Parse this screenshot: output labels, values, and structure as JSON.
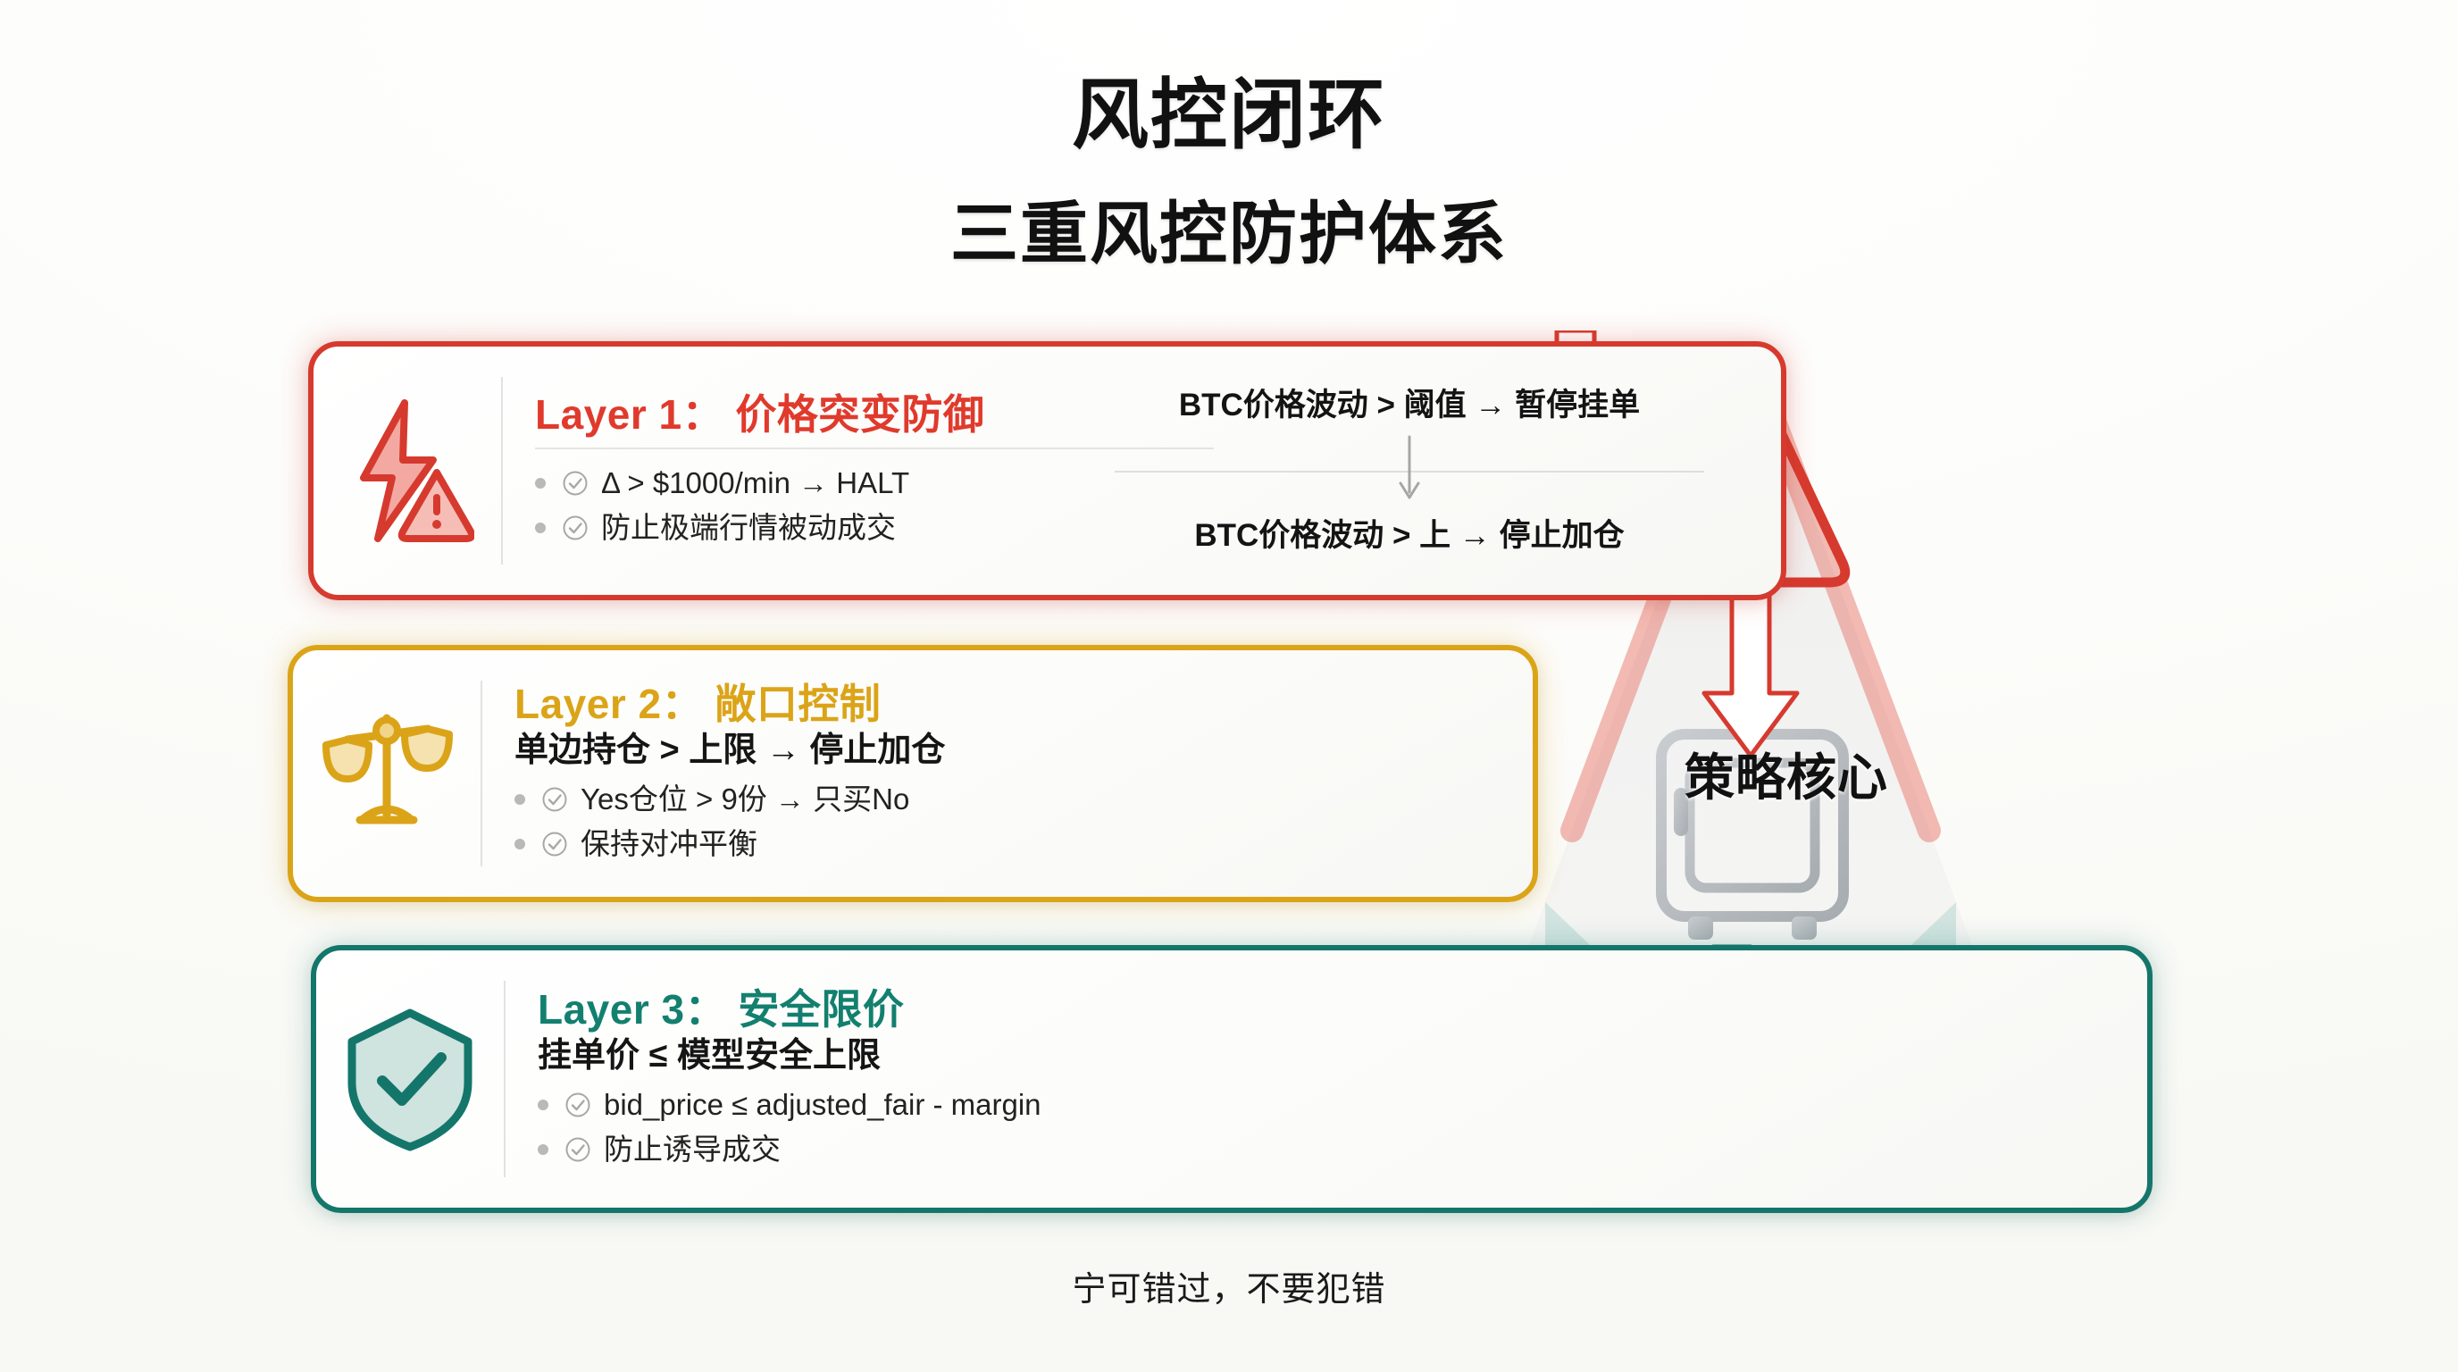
{
  "page": {
    "title_main": "风控闭环",
    "title_sub": "三重风控防护体系",
    "footer": "宁可错过，不要犯错",
    "background_color": "#fdfdfb"
  },
  "core": {
    "label": "策略核心",
    "icon": "safe-vault-icon",
    "color": "#9aa0a6"
  },
  "flow": {
    "step_1": "BTC价格波动 > 阈值 → 暂停挂单",
    "arrow": "↓",
    "step_2": "BTC价格波动 > 上 → 停止加仓"
  },
  "layers": [
    {
      "id": "layer-1",
      "heading": "Layer 1： 价格突变防御",
      "color": "#e03a2c",
      "border_color": "#d63a2e",
      "icon": "lightning-warning-icon",
      "rule": "",
      "bullets": [
        "Δ > $1000/min → HALT",
        "防止极端行情被动成交"
      ]
    },
    {
      "id": "layer-2",
      "heading": "Layer 2： 敞口控制",
      "color": "#dba418",
      "border_color": "#dba418",
      "icon": "balance-scales-icon",
      "rule": "单边持仓 > 上限 → 停止加仓",
      "bullets": [
        "Yes仓位 > 9份 → 只买No",
        "保持对冲平衡"
      ]
    },
    {
      "id": "layer-3",
      "heading": "Layer 3： 安全限价",
      "color": "#13806f",
      "border_color": "#14766a",
      "icon": "shield-check-icon",
      "rule": "挂单价 ≤ 模型安全上限",
      "bullets": [
        "bid_price ≤ adjusted_fair - margin",
        "防止诱导成交"
      ]
    }
  ]
}
